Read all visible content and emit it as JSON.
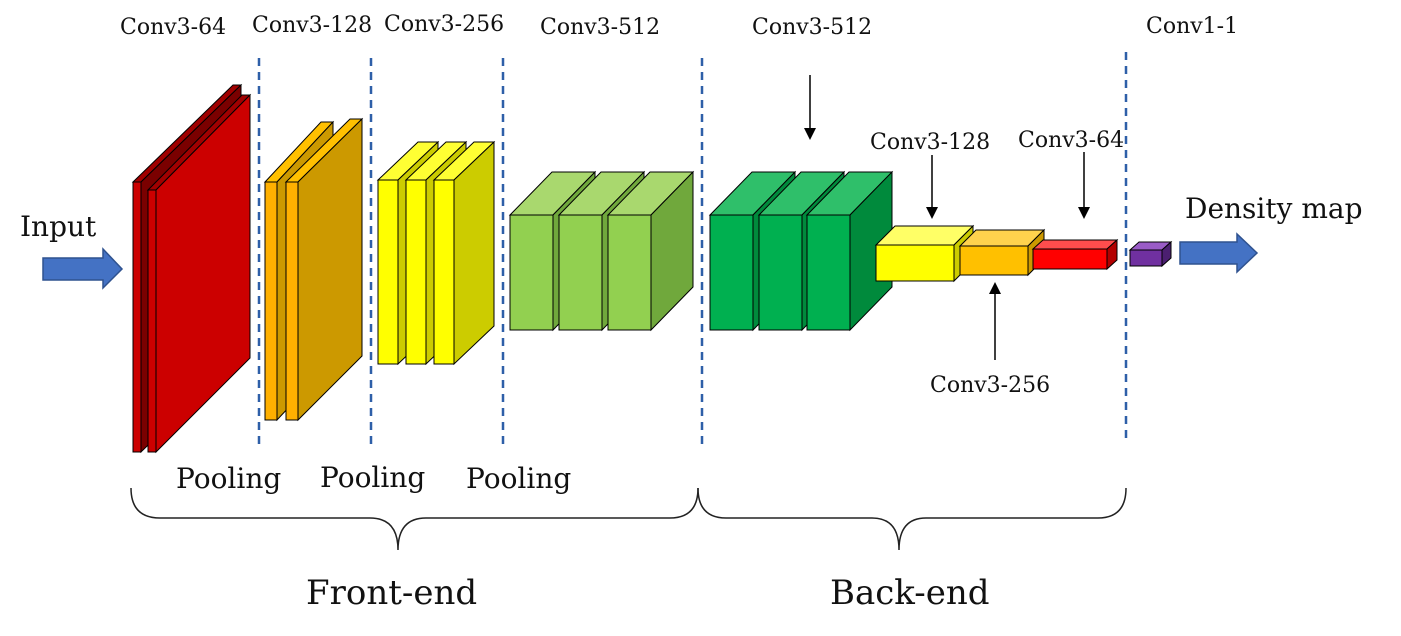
{
  "labels": {
    "input": "Input",
    "output": "Density map",
    "front_end": "Front-end",
    "back_end": "Back-end",
    "pooling": [
      "Pooling",
      "Pooling",
      "Pooling"
    ],
    "front_blocks": [
      "Conv3-64",
      "Conv3-128",
      "Conv3-256",
      "Conv3-512"
    ],
    "back_blocks": [
      "Conv3-512",
      "Conv3-128",
      "Conv3-64",
      "Conv3-256"
    ],
    "output_block": "Conv1-1"
  },
  "colors": {
    "red": "#cc0000",
    "orange": "#cc9900",
    "yellow": "#cccc00",
    "light_green": "#92d050",
    "green": "#00b050",
    "bright_yellow": "#ffff00",
    "amber": "#ffc000",
    "bright_red": "#ff0000",
    "purple": "#7030a0",
    "arrow_blue": "#4472c4",
    "divider_blue": "#2e5fa8"
  }
}
